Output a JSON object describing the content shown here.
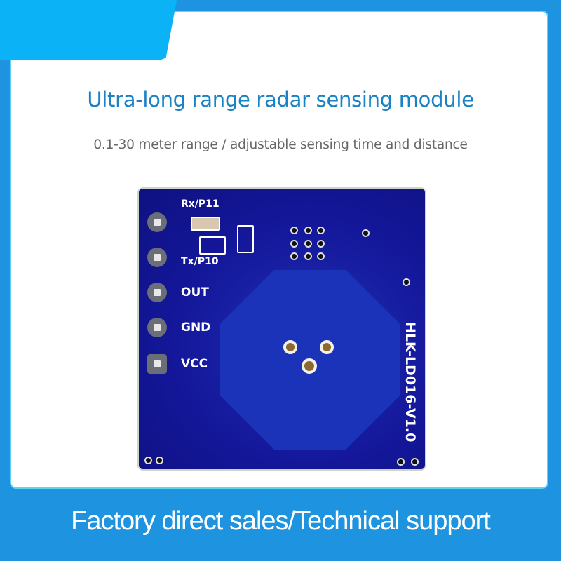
{
  "header": {
    "title": "Ultra-long range radar sensing module",
    "subtitle": "0.1-30 meter range / adjustable sensing time and distance"
  },
  "pcb": {
    "silkscreen": {
      "rx": "Rx/P11",
      "tx": "Tx/P10",
      "out": "OUT",
      "gnd": "GND",
      "vcc": "VCC",
      "model": "HLK-LD016-V1.0"
    }
  },
  "footer": {
    "text": "Factory direct sales/Technical support"
  },
  "colors": {
    "background": "#1e94e0",
    "tab": "#0bb2f5",
    "card_border": "#5fd3f2",
    "title": "#1a82c4",
    "subtitle": "#666666",
    "pcb": "#13169a"
  }
}
